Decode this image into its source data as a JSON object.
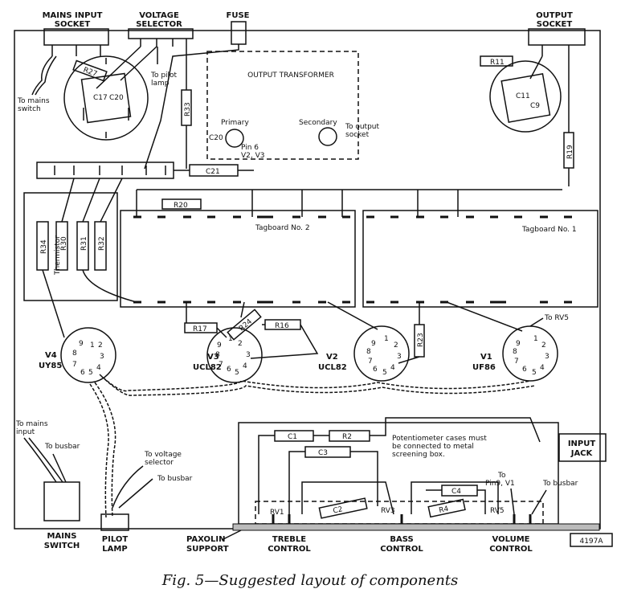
{
  "labels": {
    "mains_input_socket": [
      "MAINS INPUT",
      "SOCKET"
    ],
    "voltage_selector": [
      "VOLTAGE",
      "SELECTOR"
    ],
    "fuse": "FUSE",
    "output_socket": [
      "OUTPUT",
      "SOCKET"
    ],
    "output_transformer": "OUTPUT TRANSFORMER",
    "primary": "Primary",
    "secondary": "Secondary",
    "to_output_socket": [
      "To output",
      "socket"
    ],
    "pin6": [
      "Pin 6",
      "V2, V3"
    ],
    "to_pilot_lamp": [
      "To pilot",
      "lamp"
    ],
    "to_mains_switch": [
      "To mains",
      "switch"
    ],
    "tagboard2": "Tagboard No. 2",
    "tagboard1": "Tagboard No. 1",
    "thermistor": "Thermistor",
    "to_rv5": "To RV5",
    "note": [
      "Potentiometer cases must",
      "be connected to metal",
      "screening box."
    ],
    "input_jack": [
      "INPUT",
      "JACK"
    ],
    "to_mains_input": [
      "To mains",
      "input"
    ],
    "to_busbar": "To busbar",
    "to_voltage_selector": [
      "To voltage",
      "selector"
    ],
    "to_pin9_v1": [
      "To",
      "Pin9, V1"
    ],
    "mains_switch": [
      "MAINS",
      "SWITCH"
    ],
    "pilot_lamp": [
      "PILOT",
      "LAMP"
    ],
    "paxolin_support": [
      "PAXOLIN",
      "SUPPORT"
    ],
    "treble_control": [
      "TREBLE",
      "CONTROL"
    ],
    "bass_control": [
      "BASS",
      "CONTROL"
    ],
    "volume_control": [
      "VOLUME",
      "CONTROL"
    ],
    "ref": "4197A",
    "caption": "Fig. 5—Suggested layout of components"
  },
  "components": {
    "R27": "R27",
    "C17": "C17",
    "C20": "C20",
    "R33": "R33",
    "C20b": "C20",
    "R11": "R11",
    "C11": "C11",
    "C9": "C9",
    "R19": "R19",
    "C21": "C21",
    "R20": "R20",
    "R34": "R34",
    "R30": "R30",
    "R31": "R31",
    "R32": "R32",
    "R17": "R17",
    "R24": "R24",
    "R16": "R16",
    "R23": "R23",
    "C1": "C1",
    "R2": "R2",
    "C3": "C3",
    "C4": "C4",
    "C2": "C2",
    "R4": "R4",
    "RV1": "RV1",
    "RV3": "RV3",
    "RV5": "RV5"
  },
  "valves": [
    {
      "name": "V4",
      "type": "UY85",
      "pins": [
        "1",
        "2",
        "3",
        "4",
        "5",
        "6",
        "7",
        "8",
        "9"
      ]
    },
    {
      "name": "V3",
      "type": "UCL82",
      "pins": [
        "1",
        "2",
        "3",
        "4",
        "5",
        "6",
        "7",
        "8",
        "9"
      ]
    },
    {
      "name": "V2",
      "type": "UCL82",
      "pins": [
        "1",
        "2",
        "3",
        "4",
        "5",
        "6",
        "7",
        "8",
        "9"
      ]
    },
    {
      "name": "V1",
      "type": "UF86",
      "pins": [
        "1",
        "2",
        "3",
        "4",
        "5",
        "6",
        "7",
        "8",
        "9"
      ]
    }
  ]
}
